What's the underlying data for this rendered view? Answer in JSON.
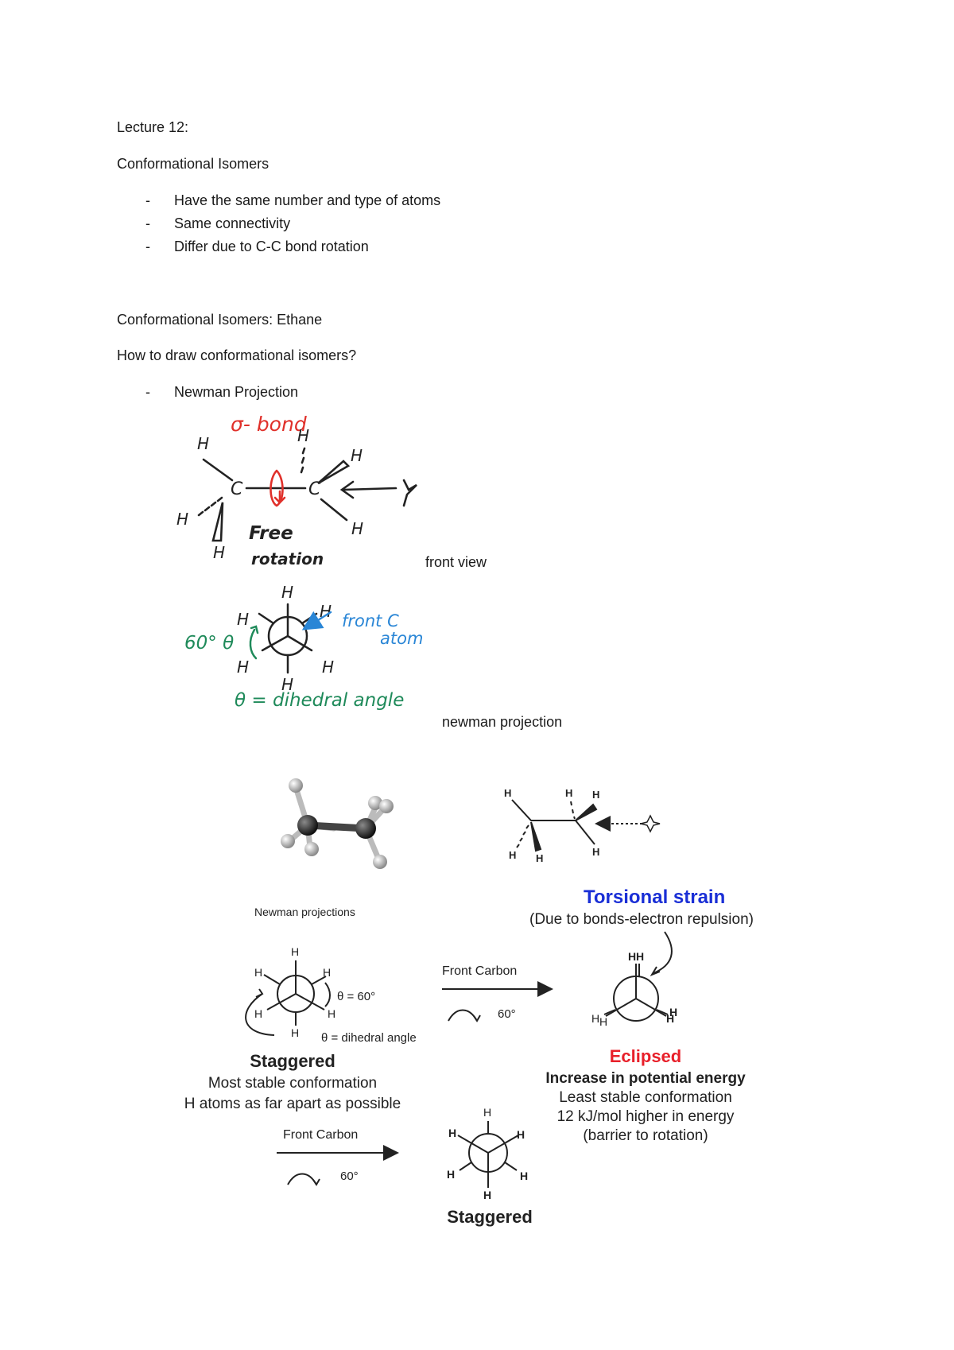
{
  "lecture_title": "Lecture 12:",
  "section1": {
    "heading": "Conformational Isomers",
    "bullets": [
      "Have the same number and type of atoms",
      "Same connectivity",
      "Differ due to C-C bond rotation"
    ]
  },
  "section2": {
    "heading": "Conformational Isomers: Ethane",
    "question": "How to draw conformational isomers?",
    "bullet": "Newman Projection"
  },
  "handwritten": {
    "sigma_bond": "σ- bond",
    "free": "Free",
    "rotation": "rotation",
    "front_c": "front C",
    "atom": "atom",
    "angle_60": "60° θ",
    "dihedral": "θ = dihedral angle",
    "atom_h": "H",
    "atom_c": "C"
  },
  "captions": {
    "front_view": "front view",
    "newman_projection": "newman projection"
  },
  "textbook": {
    "newman_projections": "Newman projections",
    "torsional_strain": "Torsional strain",
    "torsional_note": "(Due to bonds-electron repulsion)",
    "atom_h": "H",
    "theta_60": "θ = 60°",
    "dihedral_angle": "θ = dihedral angle",
    "front_carbon": "Front Carbon",
    "rot_60": "60°",
    "staggered": "Staggered",
    "staggered_desc1": "Most stable conformation",
    "staggered_desc2": "H atoms as far apart as possible",
    "eclipsed": "Eclipsed",
    "eclipsed_desc1": "Increase in potential energy",
    "eclipsed_desc2": "Least stable conformation",
    "eclipsed_desc3": "12 kJ/mol higher in energy",
    "eclipsed_desc4": "(barrier to rotation)"
  },
  "colors": {
    "red_ink": "#e0302a",
    "blue_ink": "#2a86d6",
    "green_ink": "#1f8a5a",
    "title_blue": "#1a2fd6",
    "eclipsed_red": "#e8202a"
  }
}
